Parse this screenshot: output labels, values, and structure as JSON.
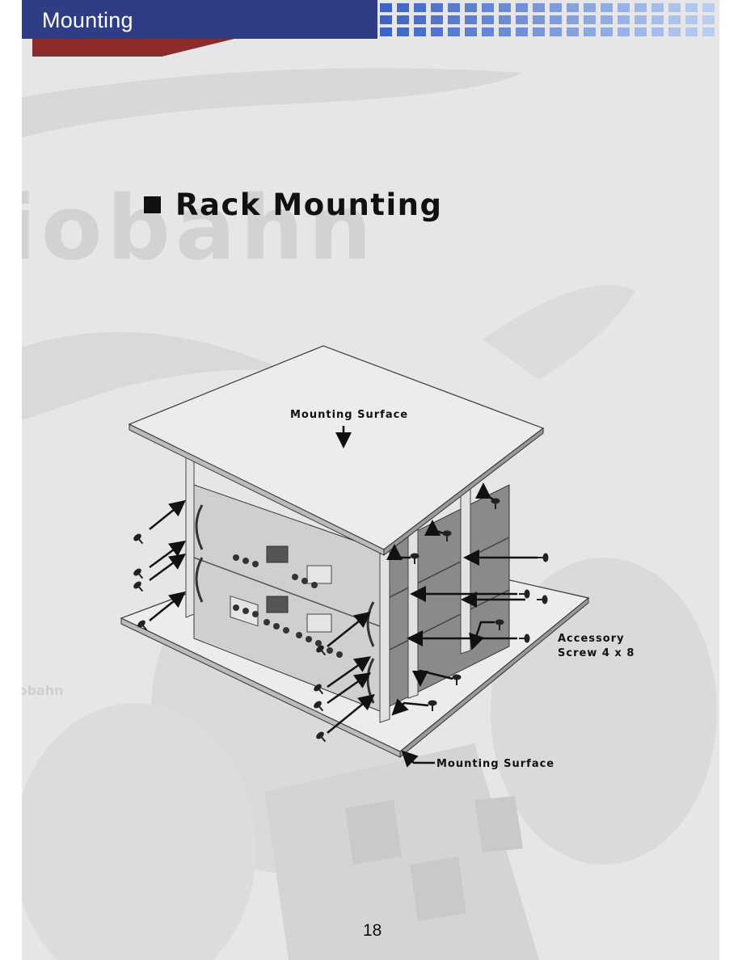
{
  "header": {
    "title": "Mounting"
  },
  "section": {
    "title": "Rack Mounting"
  },
  "diagram": {
    "top_surface_label": "Mounting Surface",
    "bottom_surface_label": "Mounting Surface",
    "screw_label_line1": "Accessory",
    "screw_label_line2": "Screw 4 x 8"
  },
  "footer": {
    "page_number": "18"
  },
  "colors": {
    "header_blue": "#2e3d86",
    "header_red": "#8b2b2b",
    "square_blue": "#3f64c4"
  }
}
